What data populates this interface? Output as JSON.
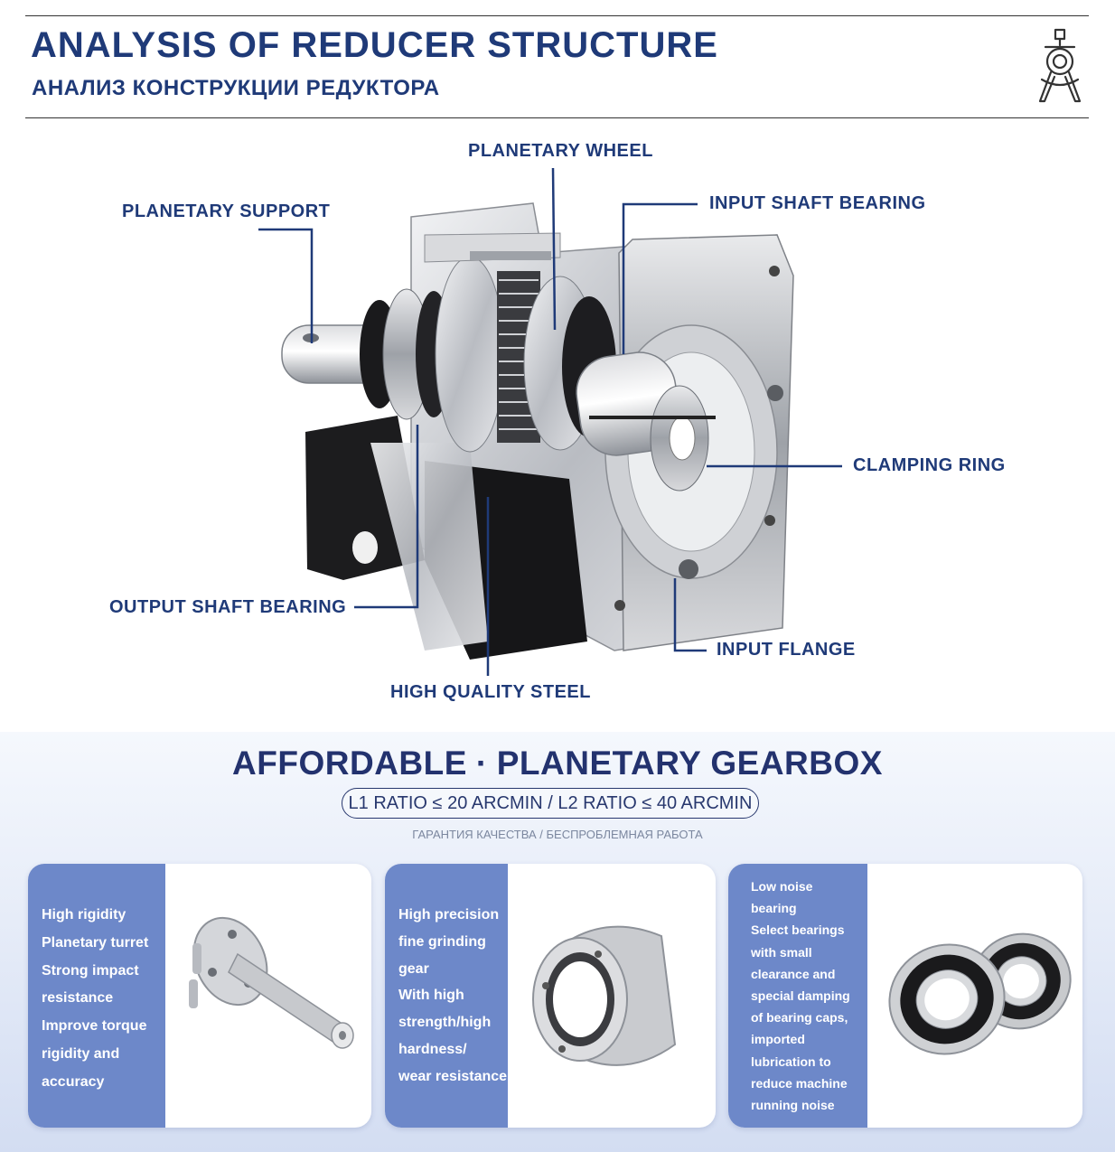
{
  "header": {
    "title_en": "ANALYSIS OF REDUCER STRUCTURE",
    "title_ru": "АНАЛИЗ КОНСТРУКЦИИ РЕДУКТОРА",
    "logo_icon": "compass-icon"
  },
  "diagram": {
    "labels": {
      "planetary_wheel": "PLANETARY WHEEL",
      "planetary_support": "PLANETARY SUPPORT",
      "input_shaft_bearing": "INPUT SHAFT BEARING",
      "clamping_ring": "CLAMPING RING",
      "output_shaft_bearing": "OUTPUT SHAFT BEARING",
      "input_flange": "INPUT FLANGE",
      "high_quality_steel": "HIGH QUALITY STEEL"
    }
  },
  "promo": {
    "headline_left": "AFFORDABLE",
    "headline_sep": "·",
    "headline_right": "PLANETARY GEARBOX",
    "ratio": "L1 RATIO ≤ 20 ARCMIN / L2 RATIO ≤ 40 ARCMIN",
    "guarantee": "ГАРАНТИЯ КАЧЕСТВА / БЕСПРОБЛЕМНАЯ РАБОТА"
  },
  "cards": [
    {
      "lines": [
        "High rigidity",
        "Planetary turret",
        "Strong impact",
        "resistance",
        "Improve torque",
        "rigidity and",
        "accuracy"
      ]
    },
    {
      "lines": [
        "High precision",
        "fine grinding",
        "gear",
        "With high",
        "strength/high",
        "hardness/",
        "wear resistance"
      ]
    },
    {
      "lines": [
        "Low noise",
        "bearing",
        "Select bearings",
        "with small",
        "clearance and",
        "special damping",
        "of bearing caps,",
        "imported",
        "lubrication to",
        "reduce machine",
        "running noise"
      ]
    }
  ],
  "colors": {
    "brand_blue": "#1f3a78",
    "card_panel": "#6d88c9",
    "headline": "#23326e"
  }
}
